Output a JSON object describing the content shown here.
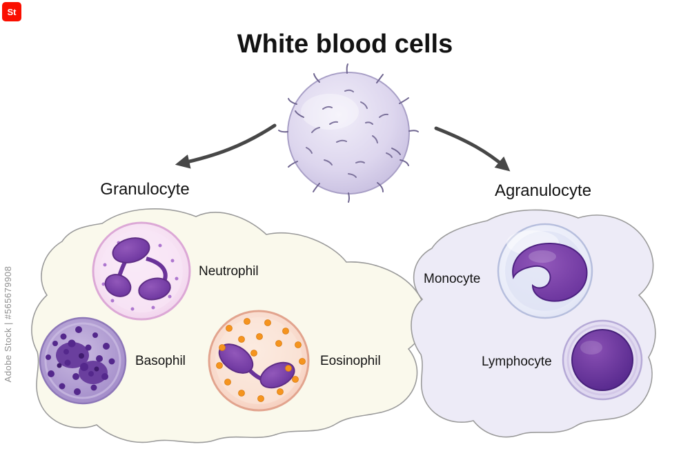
{
  "title": "White blood cells",
  "watermark": {
    "logo_text": "St",
    "id_text": "Adobe Stock | #565679908"
  },
  "groups": {
    "granulocyte": {
      "label": "Granulocyte",
      "cells": [
        {
          "label": "Neutrophil"
        },
        {
          "label": "Basophil"
        },
        {
          "label": "Eosinophil"
        }
      ]
    },
    "agranulocyte": {
      "label": "Agranulocyte",
      "cells": [
        {
          "label": "Monocyte"
        },
        {
          "label": "Lymphocyte"
        }
      ]
    }
  },
  "colors": {
    "nucleus_purple": "#7b3fa8",
    "granule_orange": "#f5941e",
    "granulocyte_blob": "#faf9ec",
    "agranulocyte_blob": "#edebf7",
    "arrow": "#474747",
    "watermark_red": "#fa0f00"
  }
}
